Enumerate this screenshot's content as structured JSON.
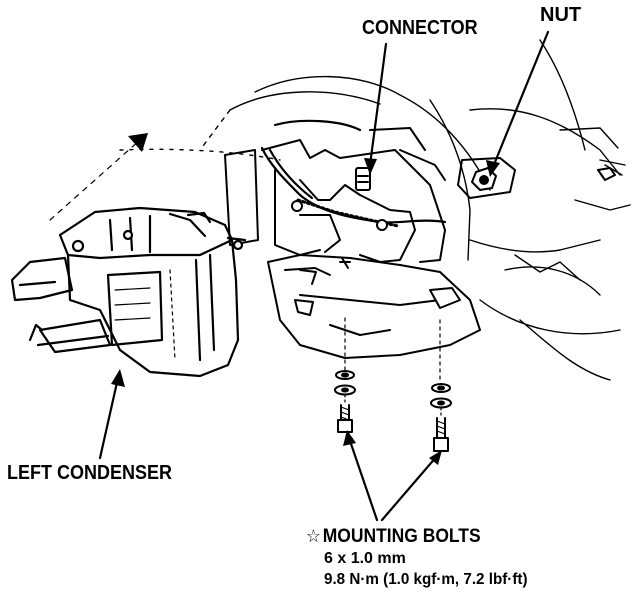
{
  "labels": {
    "connector": "CONNECTOR",
    "nut": "NUT",
    "left_condenser": "LEFT CONDENSER",
    "mounting_bolts": {
      "star": "☆",
      "title": "MOUNTING BOLTS",
      "size": "6 x 1.0 mm",
      "torque": "9.8 N·m (1.0 kgf·m, 7.2 lbf·ft)"
    }
  },
  "colors": {
    "ink": "#000000",
    "paper": "#ffffff"
  }
}
